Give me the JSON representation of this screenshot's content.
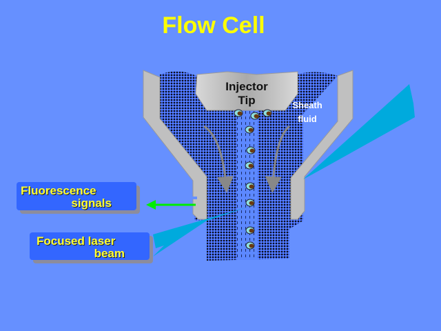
{
  "title": "Flow Cell",
  "labels": {
    "injector_tip": [
      "Injector",
      "Tip"
    ],
    "sheath_fluid": [
      "Sheath",
      "fluid"
    ],
    "fluorescence_signals": [
      "Fluorescence",
      "signals"
    ],
    "focused_laser_beam": [
      "Focused laser",
      "beam"
    ]
  },
  "colors": {
    "background": "#6690ff",
    "title": "#ffff00",
    "label_box": "#3366ff",
    "label_text": "#ffff33",
    "wall": "#c0c0c0",
    "laser": "#00aadd",
    "signal_arrow": "#00ee00",
    "flow_arrow": "#888888"
  },
  "cells": [
    {
      "name": "cell-1"
    },
    {
      "name": "cell-2"
    },
    {
      "name": "cell-3"
    },
    {
      "name": "cell-4"
    },
    {
      "name": "cell-5"
    },
    {
      "name": "cell-6"
    },
    {
      "name": "cell-7"
    },
    {
      "name": "cell-8"
    },
    {
      "name": "cell-9"
    },
    {
      "name": "cell-10"
    }
  ]
}
